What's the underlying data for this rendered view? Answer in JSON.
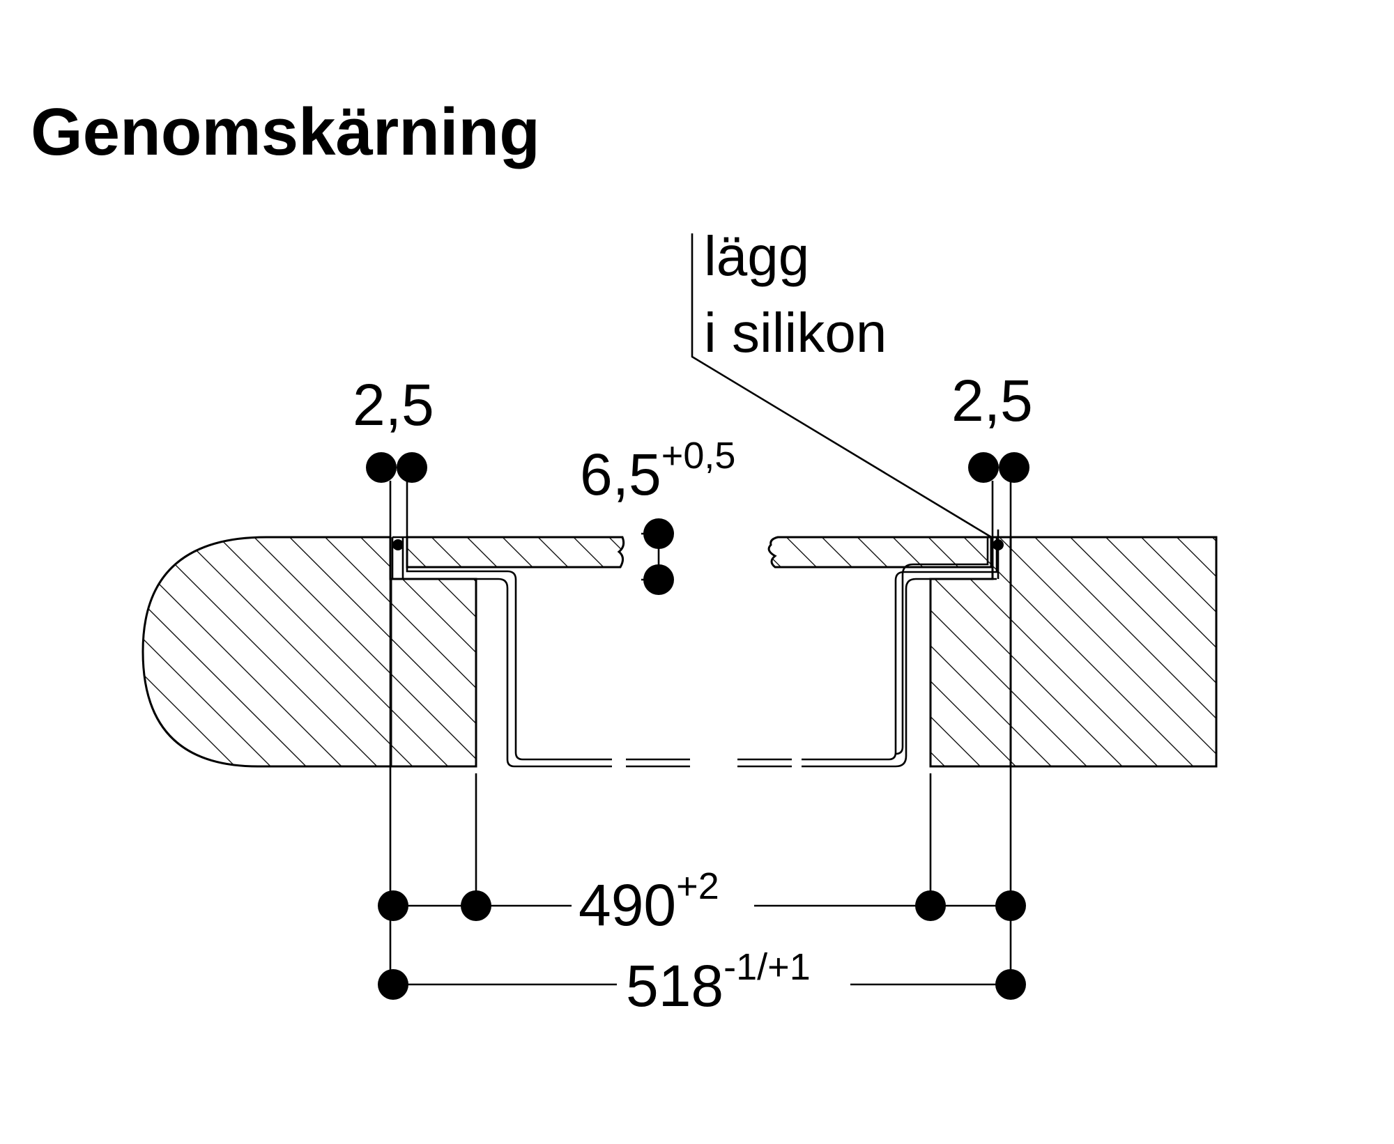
{
  "title": "Genomskärning",
  "colors": {
    "line": "#000000",
    "background": "#ffffff"
  },
  "dimensions": {
    "gap_left": "2,5",
    "gap_right": "2,5",
    "depth": {
      "value": "6,5",
      "tolerance": "+0,5"
    },
    "inner": {
      "value": "490",
      "tolerance": "+2"
    },
    "outer": {
      "value": "518",
      "tolerance": "-1/+1"
    }
  },
  "note": {
    "line1": "lägg",
    "line2": "i silikon"
  }
}
